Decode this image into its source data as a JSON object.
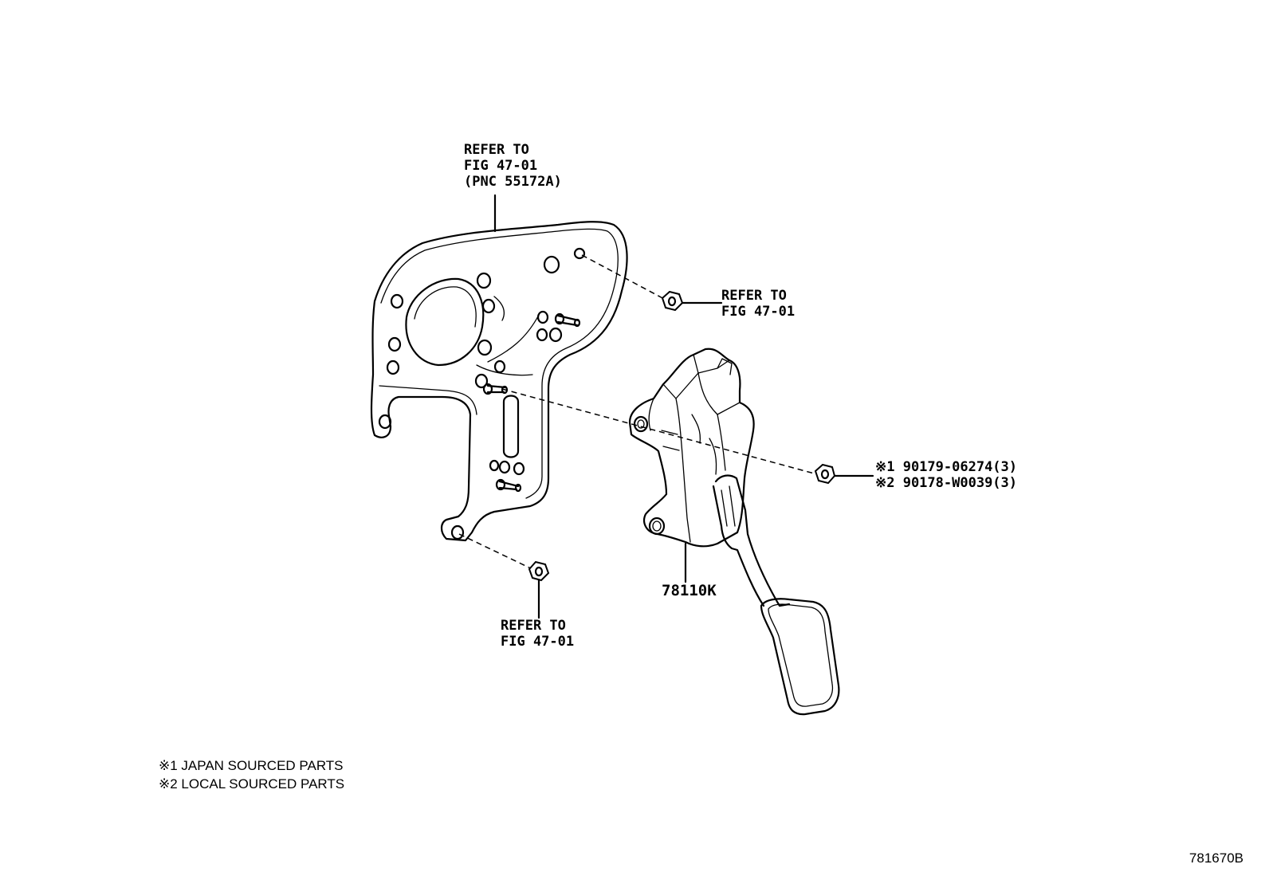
{
  "labels": {
    "bracket_ref": [
      "REFER TO",
      "FIG 47-01",
      "(PNC 55172A)"
    ],
    "nut_top_ref": [
      "REFER TO",
      "FIG 47-01"
    ],
    "nut_bottom_ref": [
      "REFER TO",
      "FIG 47-01"
    ],
    "pedal_part": "78110K",
    "nut_parts": [
      "※1 90179-06274(3)",
      "※2 90178-W0039(3)"
    ]
  },
  "notes": [
    "※1 JAPAN SOURCED PARTS",
    "※2 LOCAL SOURCED PARTS"
  ],
  "figure_id": "781670B"
}
